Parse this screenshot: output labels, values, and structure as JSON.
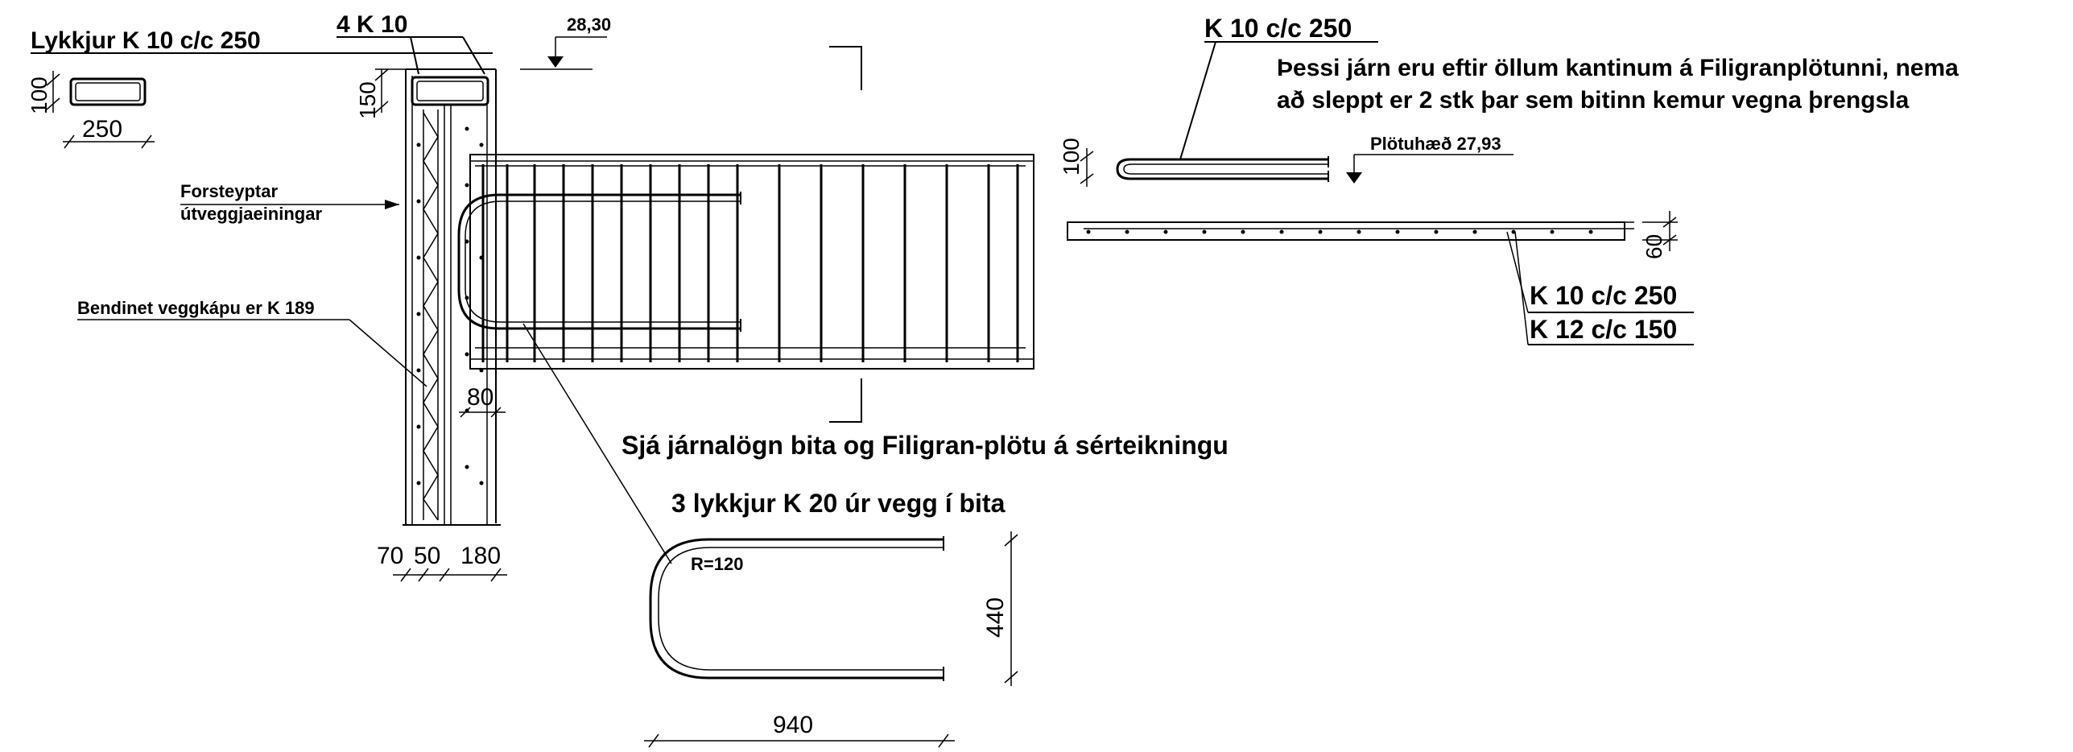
{
  "labels": {
    "lykkjur_k10": "Lykkjur K 10 c/c 250",
    "four_k10": "4 K 10",
    "level_2830": "28,30",
    "k10_cc250_top": "K 10 c/c 250",
    "note_line1": "Þessi járn eru eftir öllum kantinum á Filigranplötunni, nema",
    "note_line2": "að sleppt er 2 stk þar sem bitinn kemur vegna þrengsla",
    "plotuhaed": "Plötuhæð 27,93",
    "forsteyptar_1": "Forsteyptar",
    "forsteyptar_2": "útveggjaeiningar",
    "bendinet": "Bendinet veggkápu er K 189",
    "k10_cc250_low": "K 10 c/c 250",
    "k12_cc150": "K 12 c/c 150",
    "sja_jarnalogn": "Sjá járnalögn bita og Filigran-plötu á sérteikningu",
    "three_lykkjur": "3 lykkjur K 20  úr vegg í bita",
    "radius": "R=120"
  },
  "dimensions": {
    "d100_left": "100",
    "d250": "250",
    "d150": "150",
    "d100_right": "100",
    "d60": "60",
    "d80": "80",
    "d70": "70",
    "d50": "50",
    "d180": "180",
    "d440": "440",
    "d940": "940"
  }
}
